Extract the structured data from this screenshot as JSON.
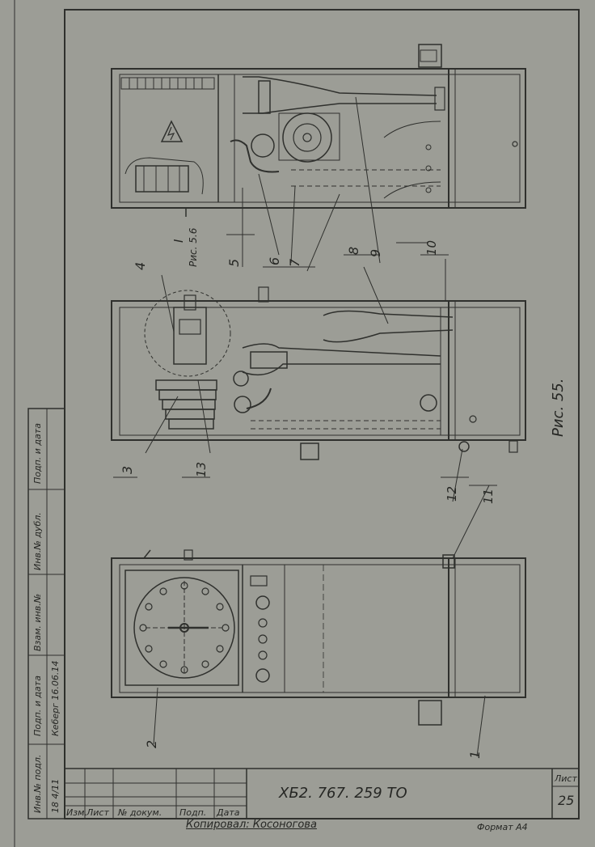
{
  "title_block": {
    "designation": "ХБ2. 767. 259 ТО",
    "sheet_label": "Лист",
    "sheet_number": "25",
    "columns": {
      "change": "Изм.",
      "sheet": "Лист",
      "doc_no": "№ докум.",
      "signature": "Подп.",
      "date": "Дата"
    },
    "copied_by": "Копировал: Косоногова",
    "format": "Формат А4"
  },
  "side_stamp": {
    "inv_orig": "Инв.№ подл.",
    "inv_orig_value": "18 4/11",
    "sign_date": "Подп. и дата",
    "sign_date_value": "Кеберг 16.06.14",
    "replace_inv": "Взам. инв.№",
    "dup_inv": "Инв.№ дубл.",
    "sign_date2": "Подп. и дата"
  },
  "figure": {
    "caption": "Рис. 55.",
    "detail_ref": "I",
    "detail_note": "Рис. 5.6",
    "callouts": [
      "1",
      "2",
      "3",
      "4",
      "5",
      "6",
      "7",
      "8",
      "9",
      "10",
      "11",
      "12",
      "13"
    ]
  }
}
